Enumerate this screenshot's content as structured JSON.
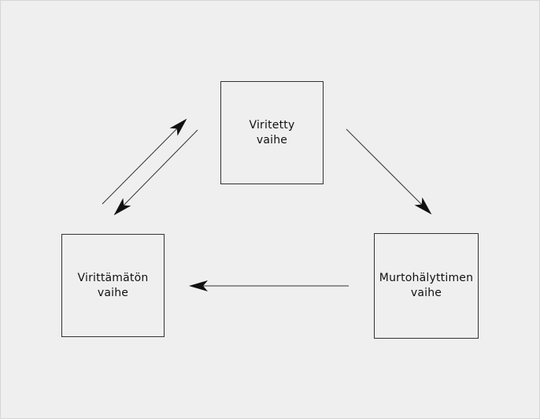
{
  "diagram": {
    "states": {
      "armed": {
        "line1": "Viritetty",
        "line2": "vaihe"
      },
      "unarmed": {
        "line1": "Virittämätön",
        "line2": "vaihe"
      },
      "alarm": {
        "line1": "Murtohälyttimen",
        "line2": "vaihe"
      }
    },
    "transitions": [
      {
        "from": "unarmed",
        "to": "armed"
      },
      {
        "from": "armed",
        "to": "unarmed"
      },
      {
        "from": "armed",
        "to": "alarm"
      },
      {
        "from": "alarm",
        "to": "unarmed"
      }
    ],
    "colors": {
      "background": "#efefef",
      "stroke": "#333333",
      "text": "#111111"
    }
  }
}
